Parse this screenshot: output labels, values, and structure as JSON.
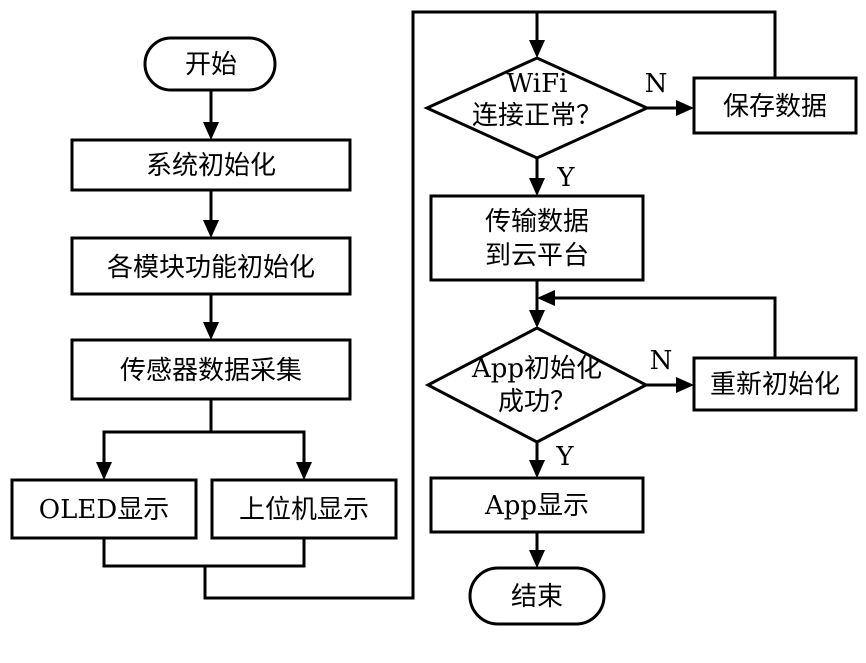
{
  "diagram": {
    "nodes": {
      "start": "开始",
      "sys_init": "系统初始化",
      "module_init": "各模块功能初始化",
      "sensor": "传感器数据采集",
      "oled": "OLED显示",
      "pc": "上位机显示",
      "wifi_q_line1": "WiFi",
      "wifi_q_line2": "连接正常？",
      "save": "保存数据",
      "upload_line1": "传输数据",
      "upload_line2": "到云平台",
      "app_q_line1": "App初始化",
      "app_q_line2": "成功？",
      "reinit": "重新初始化",
      "app_show": "App显示",
      "end": "结束"
    },
    "edge_labels": {
      "wifi_no": "N",
      "wifi_yes": "Y",
      "app_no": "N",
      "app_yes": "Y"
    }
  }
}
